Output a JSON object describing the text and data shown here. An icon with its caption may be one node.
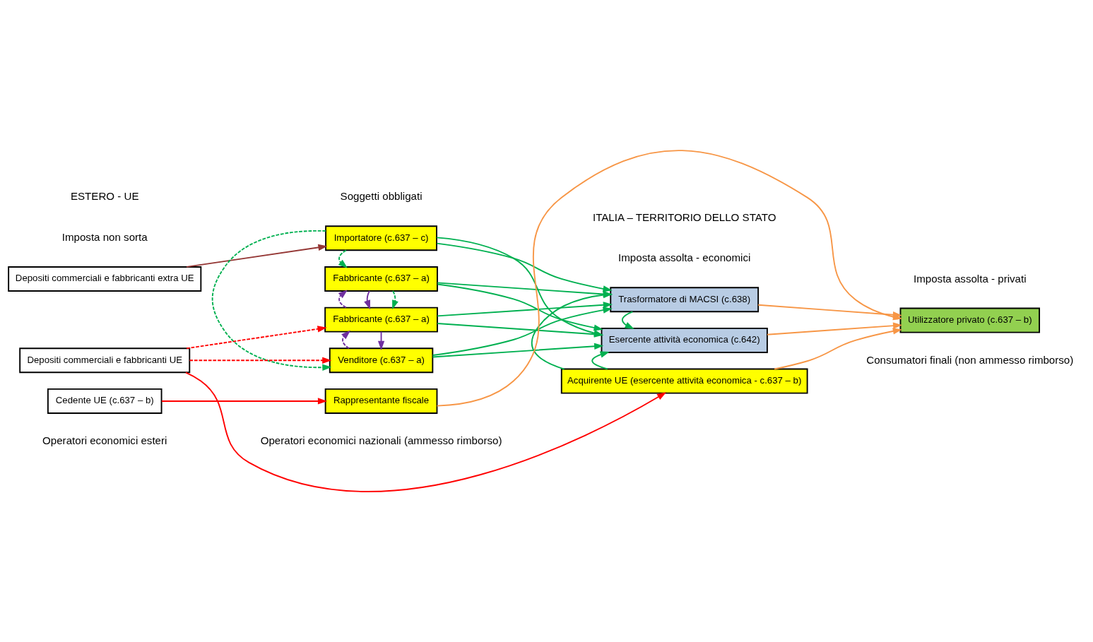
{
  "diagram": {
    "nodes": [
      {
        "text": [
          "Depositi commerciali e fabbricanti extra UE"
        ]
      },
      {
        "text": [
          "Importatore (c.637 – c)"
        ]
      },
      {
        "text": [
          "Fabbricante (c.637 – a)"
        ]
      },
      {
        "text": [
          "Fabbricante (c.637 – a)"
        ]
      },
      {
        "text": [
          "Venditore (c.637 – a)"
        ]
      },
      {
        "text": [
          "Trasformatore di MACSI (c.638)"
        ]
      },
      {
        "text": [
          "Esercente attività economica (c.642)"
        ]
      },
      {
        "text": [
          "Utilizzatore privato (c.637 – b)"
        ]
      },
      {
        "text": [
          "Depositi commerciali e fabbricanti UE"
        ]
      },
      {
        "text": [
          "Acquirente UE (esercente attività economica - c.637 – b)"
        ]
      },
      {
        "text": [
          "Cedente UE (c.637 – b)"
        ]
      },
      {
        "text": [
          "Rappresentante fiscale"
        ]
      }
    ],
    "edges": [
      {
        "from": 0,
        "to": 1,
        "arrow": "to",
        "color": "#943634"
      },
      {
        "from": 1,
        "to": 5,
        "arrow": "to"
      },
      {
        "from": 1,
        "to": 6,
        "arrow": "to"
      },
      {
        "from": 1,
        "to": 2,
        "arrow": "to",
        "style": "dashed"
      },
      {
        "from": 1,
        "to": 4,
        "arrow": "to",
        "style": "dashed"
      },
      {
        "from": 2,
        "to": 3,
        "arrow": "to",
        "style": "dashed"
      },
      {
        "from": 2,
        "to": 3,
        "arrow": "to",
        "color": "#7030a0"
      },
      {
        "from": 3,
        "to": 2,
        "arrow": "to",
        "style": "dashed",
        "color": "#7030a0"
      },
      {
        "from": 3,
        "to": 4,
        "arrow": "to",
        "color": "#7030a0"
      },
      {
        "from": 4,
        "to": 3,
        "arrow": "to",
        "style": "dashed",
        "color": "#7030a0"
      },
      {
        "from": 2,
        "to": 5,
        "arrow": "to"
      },
      {
        "from": 2,
        "to": 6,
        "arrow": "to"
      },
      {
        "from": 3,
        "to": 5,
        "arrow": "to"
      },
      {
        "from": 3,
        "to": 6,
        "arrow": "to"
      },
      {
        "from": 4,
        "to": 5,
        "arrow": "to"
      },
      {
        "from": 4,
        "to": 6,
        "arrow": "to"
      },
      {
        "from": 9,
        "to": 5,
        "arrow": "to"
      },
      {
        "from": 9,
        "to": 6,
        "arrow": "to"
      },
      {
        "from": 5,
        "to": 6,
        "arrow": "to"
      },
      {
        "from": 5,
        "to": 7,
        "arrow": "to",
        "color": "#f79646"
      },
      {
        "from": 6,
        "to": 7,
        "arrow": "to",
        "color": "#f79646"
      },
      {
        "from": 9,
        "to": 7,
        "arrow": "to",
        "color": "#f79646"
      },
      {
        "from": 11,
        "to": 7,
        "arrow": "to",
        "color": "#f79646"
      },
      {
        "from": 8,
        "to": 3,
        "arrow": "to",
        "style": "dashed",
        "color": "#ff0000"
      },
      {
        "from": 8,
        "to": 4,
        "arrow": "to",
        "style": "dashed",
        "color": "#ff0000"
      },
      {
        "from": 8,
        "to": 9,
        "arrow": "to",
        "color": "#ff0000"
      },
      {
        "from": 10,
        "to": 11,
        "arrow": "to",
        "color": "#ff0000"
      }
    ],
    "labels": [
      "ESTERO - UE",
      "ITALIA – TERRITORIO DELLO STATO",
      "Imposta non sorta",
      "Soggetti obbligati",
      "Imposta assolta - economici",
      "Imposta assolta - privati",
      "Operatori economici esteri",
      "Operatori economici nazionali (ammesso rimborso)",
      "Consumatori finali (non ammesso rimborso)"
    ]
  }
}
